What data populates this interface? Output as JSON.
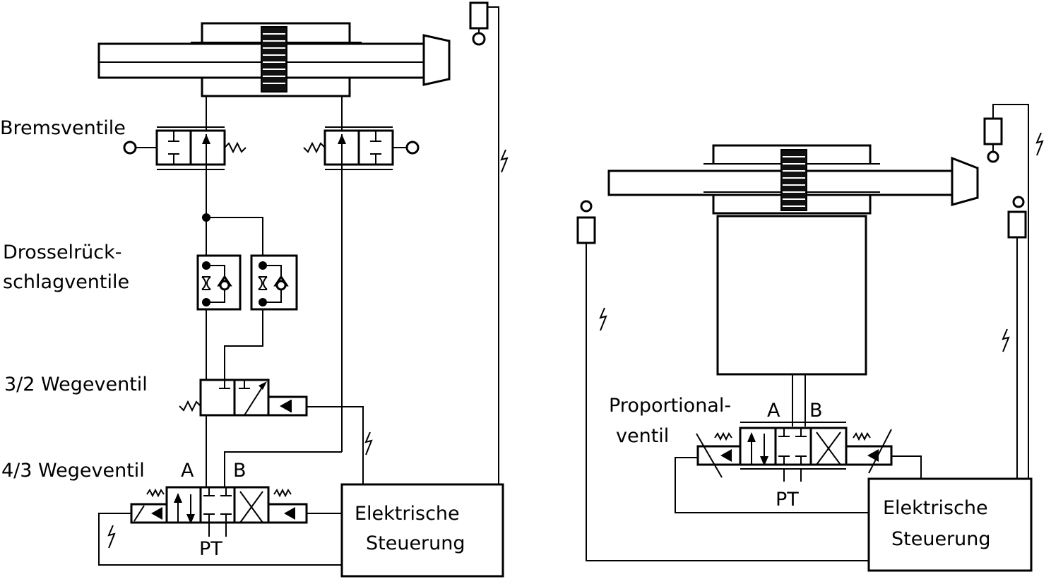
{
  "left_circuit": {
    "label_brake": "Bremsventile",
    "label_throttle_line1": "Drosselrück-",
    "label_throttle_line2": "schlagventile",
    "label_3_2": "3/2 Wegeventil",
    "label_4_3": "4/3 Wegeventil",
    "port_a": "A",
    "port_b": "B",
    "port_pt": "PT",
    "control_line1": "Elektrische",
    "control_line2": "Steuerung"
  },
  "right_circuit": {
    "label_prop_line1": "Proportional-",
    "label_prop_line2": "ventil",
    "port_a": "A",
    "port_b": "B",
    "port_pt": "PT",
    "control_line1": "Elektrische",
    "control_line2": "Steuerung"
  },
  "colors": {
    "ink": "#000000",
    "paper": "#ffffff"
  }
}
